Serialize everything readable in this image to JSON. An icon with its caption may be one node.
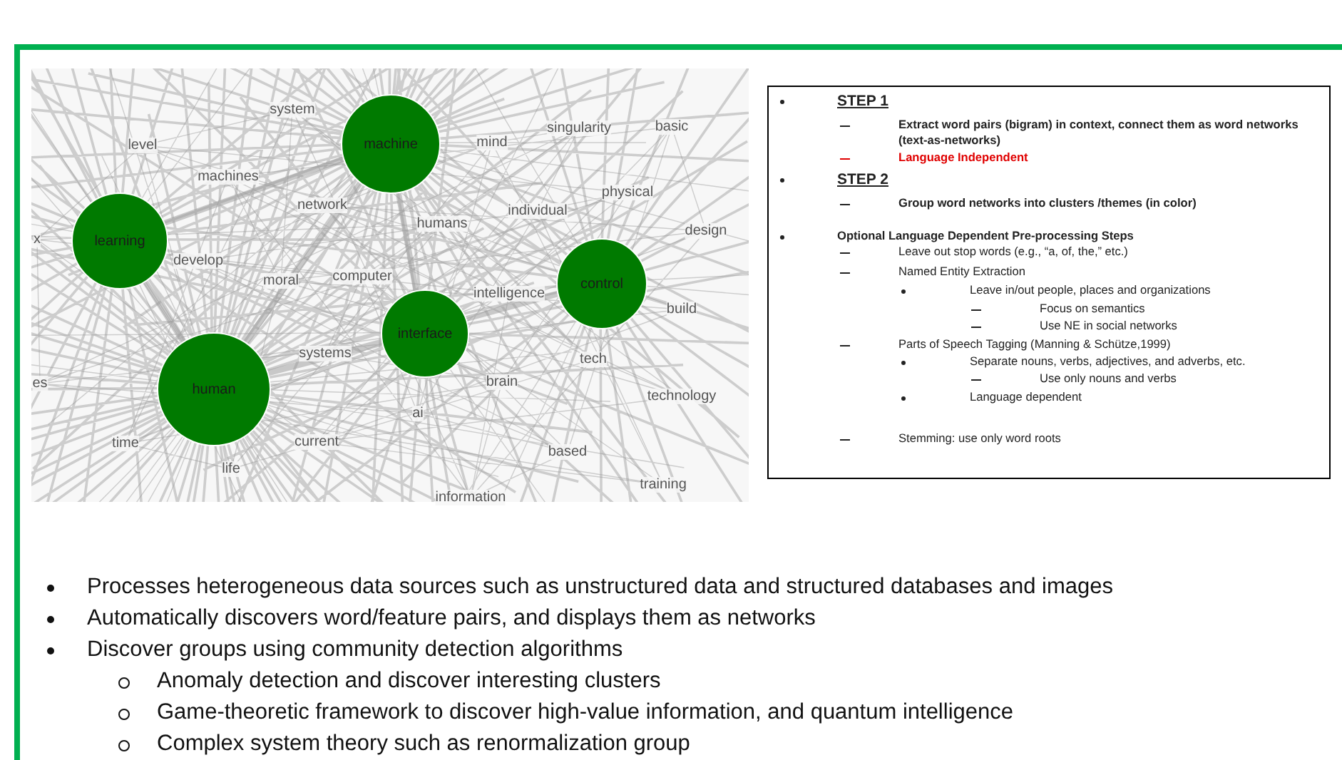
{
  "diagram": {
    "nodes": [
      {
        "text": [
          "machine"
        ]
      },
      {
        "text": [
          "learning"
        ]
      },
      {
        "text": [
          "control"
        ]
      },
      {
        "text": [
          "interface"
        ]
      },
      {
        "text": [
          "human"
        ]
      },
      {
        "text": [
          "STEP 1",
          "Extract word pairs (bigram) in context, connect them as word networks (text-as-networks)",
          "Language Independent",
          "STEP 2",
          "Group word networks into clusters /themes (in color)",
          "Optional  Language Dependent Pre-processing Steps",
          "Leave out stop words (e.g., “a, of, the,” etc.)",
          "Named Entity Extraction",
          "Leave in/out people, places and organizations",
          "Focus on semantics",
          "Use NE in social networks",
          "Parts of Speech Tagging (Manning & Schütze,1999)",
          "Separate nouns, verbs, adjectives,  and adverbs, etc.",
          "Use only nouns and verbs",
          "Language dependent",
          "Stemming: use only word roots"
        ]
      }
    ],
    "edges": [],
    "labels": [
      "system",
      "singularity",
      "basic",
      "level",
      "mind",
      "machines",
      "physical",
      "network",
      "humans",
      "individual",
      "design",
      "x",
      "develop",
      "moral",
      "computer",
      "intelligence",
      "build",
      "systems",
      "tech",
      "es",
      "brain",
      "technology",
      "ai",
      "time",
      "current",
      "based",
      "life",
      "training",
      "information",
      "Processes heterogeneous data sources such as unstructured data  and structured databases and images",
      "Automatically discovers word/feature pairs, and displays them as networks",
      "Discover groups using community detection algorithms",
      "Anomaly detection and discover interesting clusters",
      "Game-theoretic framework to discover high-value information, and quantum intelligence",
      "Complex system theory such as renormalization group"
    ]
  }
}
